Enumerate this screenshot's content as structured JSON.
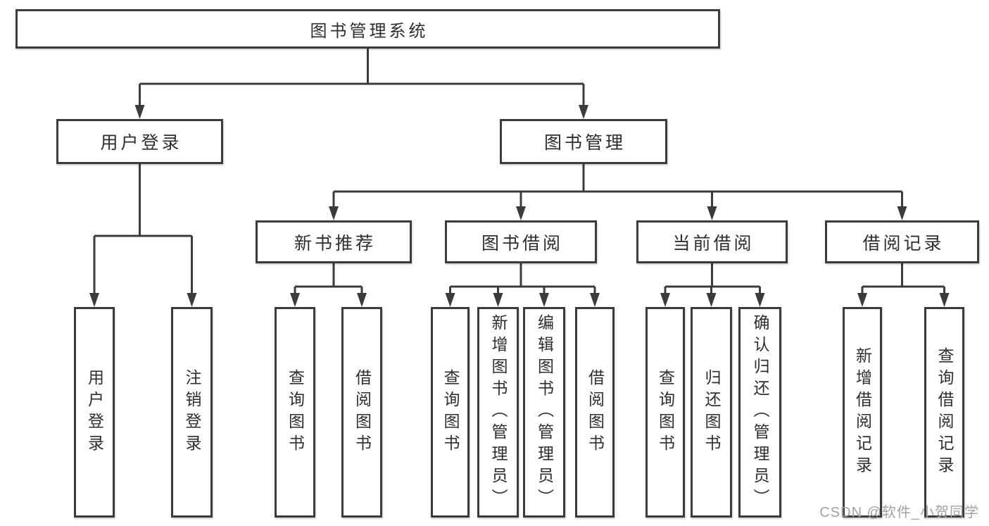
{
  "colors": {
    "line": "#3b3b3b",
    "text": "#2e2e2e",
    "watermark": "#a2a2a2",
    "box_bg": "#ffffff"
  },
  "watermark": {
    "text": "CSDN @软件_小贺同学"
  },
  "tree": {
    "root": {
      "label": "图书管理系统"
    },
    "branches": [
      {
        "label": "用户登录",
        "children": [
          {
            "label": "用户登录"
          },
          {
            "label": "注销登录"
          }
        ]
      },
      {
        "label": "图书管理",
        "sections": [
          {
            "label": "新书推荐",
            "children": [
              {
                "label": "查询图书"
              },
              {
                "label": "借阅图书"
              }
            ]
          },
          {
            "label": "图书借阅",
            "children": [
              {
                "label": "查询图书"
              },
              {
                "label": "新增图书（管理员）"
              },
              {
                "label": "编辑图书（管理员）"
              },
              {
                "label": "借阅图书"
              }
            ]
          },
          {
            "label": "当前借阅",
            "children": [
              {
                "label": "查询图书"
              },
              {
                "label": "归还图书"
              },
              {
                "label": "确认归还（管理员）"
              }
            ]
          },
          {
            "label": "借阅记录",
            "children": [
              {
                "label": "新增借阅记录"
              },
              {
                "label": "查询借阅记录"
              }
            ]
          }
        ]
      }
    ]
  }
}
